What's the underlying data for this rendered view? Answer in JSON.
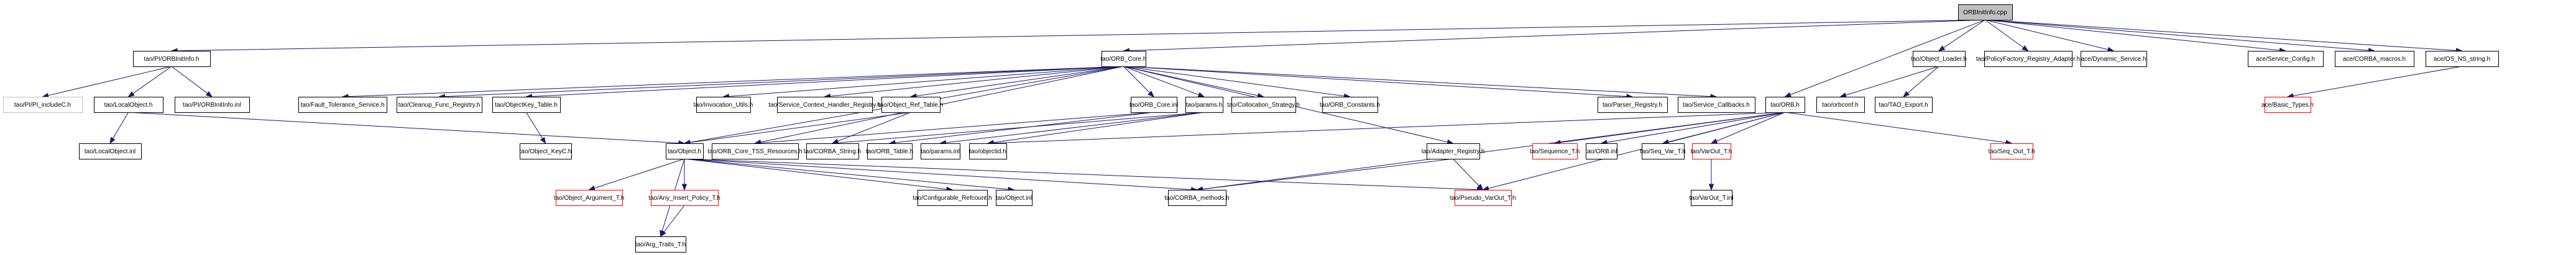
{
  "title": "ORBInitInfo.cpp include dependency graph",
  "colors": {
    "edge": "#191970",
    "root_fill": "#bfbfbf",
    "node_border": "#000000",
    "truncated_border": "#ff0000",
    "external_border": "#bfbfbf"
  },
  "nodes": [
    {
      "id": "root",
      "label": "ORBInitInfo.cpp",
      "kind": "root"
    },
    {
      "id": "pi_orbinitinfo_h",
      "label": "tao/PI/ORBInitInfo.h",
      "kind": "normal"
    },
    {
      "id": "orb_core_h",
      "label": "tao/ORB_Core.h",
      "kind": "normal"
    },
    {
      "id": "object_loader_h",
      "label": "tao/Object_Loader.h",
      "kind": "normal"
    },
    {
      "id": "policyfactory_h",
      "label": "tao/PolicyFactory_Registry_Adapter.h",
      "kind": "normal"
    },
    {
      "id": "dynamic_service_h",
      "label": "ace/Dynamic_Service.h",
      "kind": "normal"
    },
    {
      "id": "service_config_h",
      "label": "ace/Service_Config.h",
      "kind": "normal"
    },
    {
      "id": "corba_macros_h",
      "label": "ace/CORBA_macros.h",
      "kind": "normal"
    },
    {
      "id": "os_ns_string_h",
      "label": "ace/OS_NS_string.h",
      "kind": "normal"
    },
    {
      "id": "pi_includec_h",
      "label": "tao/PI/PI_includeC.h",
      "kind": "external"
    },
    {
      "id": "localobject_h",
      "label": "tao/LocalObject.h",
      "kind": "normal"
    },
    {
      "id": "pi_orbinitinfo_inl",
      "label": "tao/PI/ORBInitInfo.inl",
      "kind": "normal"
    },
    {
      "id": "fault_tolerance_h",
      "label": "tao/Fault_Tolerance_Service.h",
      "kind": "normal"
    },
    {
      "id": "cleanup_h",
      "label": "tao/Cleanup_Func_Registry.h",
      "kind": "normal"
    },
    {
      "id": "objectkey_table_h",
      "label": "tao/ObjectKey_Table.h",
      "kind": "normal"
    },
    {
      "id": "invocation_utils_h",
      "label": "tao/Invocation_Utils.h",
      "kind": "normal"
    },
    {
      "id": "service_context_h",
      "label": "tao/Service_Context_Handler_Registry.h",
      "kind": "normal"
    },
    {
      "id": "object_ref_table_h",
      "label": "tao/Object_Ref_Table.h",
      "kind": "normal"
    },
    {
      "id": "orb_core_inl",
      "label": "tao/ORB_Core.inl",
      "kind": "normal"
    },
    {
      "id": "params_h",
      "label": "tao/params.h",
      "kind": "normal"
    },
    {
      "id": "collocation_h",
      "label": "tao/Collocation_Strategy.h",
      "kind": "normal"
    },
    {
      "id": "orb_constants_h",
      "label": "tao/ORB_Constants.h",
      "kind": "normal"
    },
    {
      "id": "parser_registry_h",
      "label": "tao/Parser_Registry.h",
      "kind": "normal"
    },
    {
      "id": "service_callbacks_h",
      "label": "tao/Service_Callbacks.h",
      "kind": "normal"
    },
    {
      "id": "orb_h",
      "label": "tao/ORB.h",
      "kind": "normal"
    },
    {
      "id": "orbconf_h",
      "label": "tao/orbconf.h",
      "kind": "normal"
    },
    {
      "id": "tao_export_h",
      "label": "tao/TAO_Export.h",
      "kind": "normal"
    },
    {
      "id": "basic_types_h",
      "label": "ace/Basic_Types.h",
      "kind": "truncated"
    },
    {
      "id": "localobject_inl",
      "label": "tao/LocalObject.inl",
      "kind": "normal"
    },
    {
      "id": "object_keyc_h",
      "label": "tao/Object_KeyC.h",
      "kind": "normal"
    },
    {
      "id": "object_h",
      "label": "tao/Object.h",
      "kind": "normal"
    },
    {
      "id": "orb_core_tss_h",
      "label": "tao/ORB_Core_TSS_Resources.h",
      "kind": "normal"
    },
    {
      "id": "corba_string_h",
      "label": "tao/CORBA_String.h",
      "kind": "normal"
    },
    {
      "id": "orb_table_h",
      "label": "tao/ORB_Table.h",
      "kind": "normal"
    },
    {
      "id": "params_inl",
      "label": "tao/params.inl",
      "kind": "normal"
    },
    {
      "id": "objectid_h",
      "label": "tao/objectid.h",
      "kind": "normal"
    },
    {
      "id": "adapter_registry_h",
      "label": "tao/Adapter_Registry.h",
      "kind": "normal"
    },
    {
      "id": "sequence_t_h",
      "label": "tao/Sequence_T.h",
      "kind": "truncated"
    },
    {
      "id": "orb_inl",
      "label": "tao/ORB.inl",
      "kind": "normal"
    },
    {
      "id": "seq_var_t_h",
      "label": "tao/Seq_Var_T.h",
      "kind": "normal"
    },
    {
      "id": "varout_t_h",
      "label": "tao/VarOut_T.h",
      "kind": "truncated"
    },
    {
      "id": "seq_out_t_h",
      "label": "tao/Seq_Out_T.h",
      "kind": "truncated"
    },
    {
      "id": "object_argument_t_h",
      "label": "tao/Object_Argument_T.h",
      "kind": "truncated"
    },
    {
      "id": "any_insert_policy_t_h",
      "label": "tao/Any_Insert_Policy_T.h",
      "kind": "truncated"
    },
    {
      "id": "configurable_refcount_h",
      "label": "tao/Configurable_Refcount.h",
      "kind": "normal"
    },
    {
      "id": "object_inl",
      "label": "tao/Object.inl",
      "kind": "normal"
    },
    {
      "id": "corba_methods_h",
      "label": "tao/CORBA_methods.h",
      "kind": "normal"
    },
    {
      "id": "pseudo_varout_t_h",
      "label": "tao/Pseudo_VarOut_T.h",
      "kind": "truncated"
    },
    {
      "id": "varout_t_inl",
      "label": "tao/VarOut_T.inl",
      "kind": "normal"
    },
    {
      "id": "arg_traits_t_h",
      "label": "tao/Arg_Traits_T.h",
      "kind": "normal"
    }
  ],
  "edges": [
    [
      "root",
      "pi_orbinitinfo_h"
    ],
    [
      "root",
      "orb_core_h"
    ],
    [
      "root",
      "object_loader_h"
    ],
    [
      "root",
      "policyfactory_h"
    ],
    [
      "root",
      "dynamic_service_h"
    ],
    [
      "root",
      "service_config_h"
    ],
    [
      "root",
      "corba_macros_h"
    ],
    [
      "root",
      "os_ns_string_h"
    ],
    [
      "root",
      "orb_h"
    ],
    [
      "pi_orbinitinfo_h",
      "pi_includec_h"
    ],
    [
      "pi_orbinitinfo_h",
      "localobject_h"
    ],
    [
      "pi_orbinitinfo_h",
      "pi_orbinitinfo_inl"
    ],
    [
      "localobject_h",
      "localobject_inl"
    ],
    [
      "localobject_h",
      "object_h"
    ],
    [
      "orb_core_h",
      "fault_tolerance_h"
    ],
    [
      "orb_core_h",
      "cleanup_h"
    ],
    [
      "orb_core_h",
      "objectkey_table_h"
    ],
    [
      "orb_core_h",
      "invocation_utils_h"
    ],
    [
      "orb_core_h",
      "service_context_h"
    ],
    [
      "orb_core_h",
      "object_ref_table_h"
    ],
    [
      "orb_core_h",
      "orb_core_inl"
    ],
    [
      "orb_core_h",
      "params_h"
    ],
    [
      "orb_core_h",
      "collocation_h"
    ],
    [
      "orb_core_h",
      "orb_constants_h"
    ],
    [
      "orb_core_h",
      "parser_registry_h"
    ],
    [
      "orb_core_h",
      "service_callbacks_h"
    ],
    [
      "orb_core_h",
      "adapter_registry_h"
    ],
    [
      "orb_core_h",
      "object_h"
    ],
    [
      "orb_core_h",
      "orb_core_tss_h"
    ],
    [
      "objectkey_table_h",
      "object_keyc_h"
    ],
    [
      "object_ref_table_h",
      "object_h"
    ],
    [
      "object_ref_table_h",
      "corba_string_h"
    ],
    [
      "orb_core_inl",
      "orb_core_tss_h"
    ],
    [
      "orb_core_inl",
      "orb_table_h"
    ],
    [
      "params_h",
      "corba_string_h"
    ],
    [
      "params_h",
      "params_inl"
    ],
    [
      "params_h",
      "objectid_h"
    ],
    [
      "object_loader_h",
      "orbconf_h"
    ],
    [
      "object_loader_h",
      "tao_export_h"
    ],
    [
      "os_ns_string_h",
      "basic_types_h"
    ],
    [
      "orb_h",
      "objectid_h"
    ],
    [
      "orb_h",
      "corba_methods_h"
    ],
    [
      "orb_h",
      "sequence_t_h"
    ],
    [
      "orb_h",
      "orb_inl"
    ],
    [
      "orb_h",
      "pseudo_varout_t_h"
    ],
    [
      "orb_h",
      "seq_var_t_h"
    ],
    [
      "orb_h",
      "varout_t_h"
    ],
    [
      "orb_h",
      "seq_out_t_h"
    ],
    [
      "varout_t_h",
      "varout_t_inl"
    ],
    [
      "adapter_registry_h",
      "corba_methods_h"
    ],
    [
      "adapter_registry_h",
      "pseudo_varout_t_h"
    ],
    [
      "object_h",
      "object_argument_t_h"
    ],
    [
      "object_h",
      "arg_traits_t_h"
    ],
    [
      "object_h",
      "any_insert_policy_t_h"
    ],
    [
      "object_h",
      "configurable_refcount_h"
    ],
    [
      "object_h",
      "object_inl"
    ],
    [
      "object_h",
      "corba_methods_h"
    ],
    [
      "object_h",
      "pseudo_varout_t_h"
    ],
    [
      "any_insert_policy_t_h",
      "arg_traits_t_h"
    ]
  ]
}
